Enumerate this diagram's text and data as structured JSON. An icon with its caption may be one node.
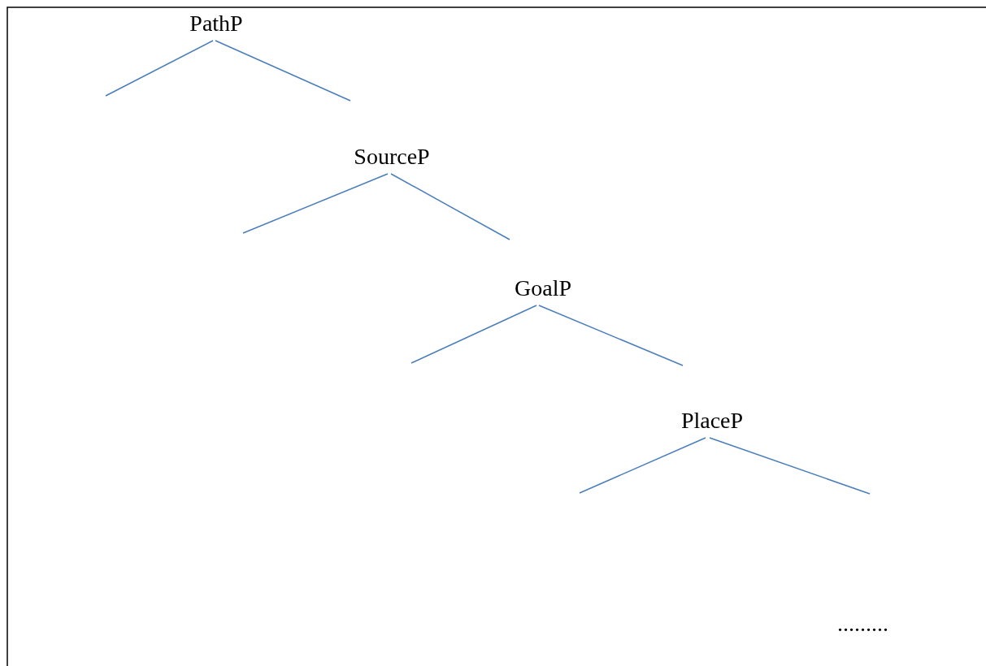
{
  "diagram": {
    "nodes": [
      {
        "text": [
          "PathP"
        ]
      },
      {
        "text": [
          "SourceP"
        ]
      },
      {
        "text": [
          "GoalP"
        ]
      },
      {
        "text": [
          "PlaceP"
        ]
      }
    ],
    "edges": [
      {
        "from": 0,
        "to": null,
        "arrow": "none"
      },
      {
        "from": 0,
        "to": null,
        "arrow": "none"
      },
      {
        "from": 1,
        "to": null,
        "arrow": "none"
      },
      {
        "from": 1,
        "to": null,
        "arrow": "none"
      },
      {
        "from": 2,
        "to": null,
        "arrow": "none"
      },
      {
        "from": 2,
        "to": null,
        "arrow": "none"
      },
      {
        "from": 3,
        "to": null,
        "arrow": "none"
      },
      {
        "from": 3,
        "to": null,
        "arrow": "none"
      }
    ],
    "labels": [
      "........."
    ]
  }
}
